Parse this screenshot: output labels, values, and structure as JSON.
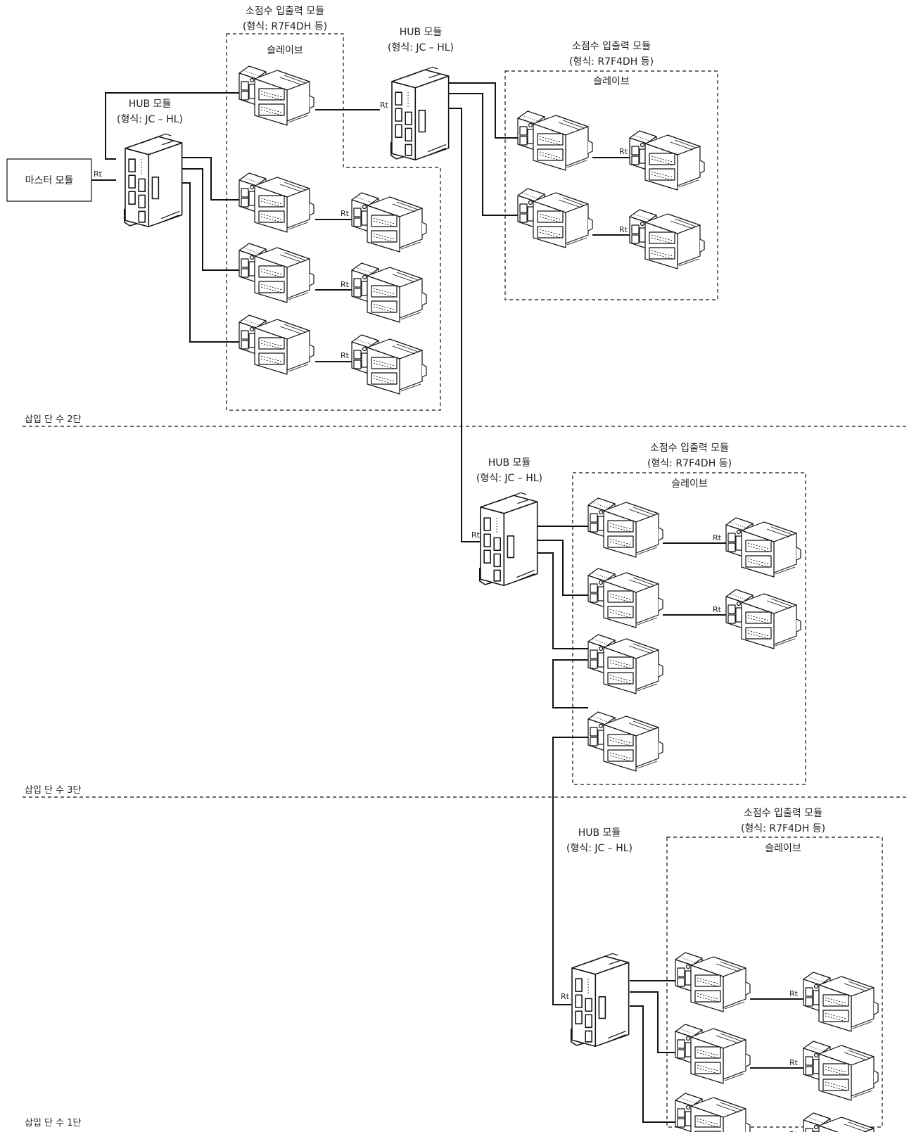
{
  "master_label": "마스터 모듈",
  "rt_label": "Rt",
  "hub": {
    "title": "HUB 모듈",
    "type": "(형식: JC – HL)"
  },
  "slave_group": {
    "title": "소점수 입출력 모듈",
    "type": "(형식: R7F4DH 등)",
    "role": "슬레이브"
  },
  "levels": [
    "삽입 단 수 2단",
    "삽입 단 수 3단",
    "삽입 단 수 1단"
  ]
}
